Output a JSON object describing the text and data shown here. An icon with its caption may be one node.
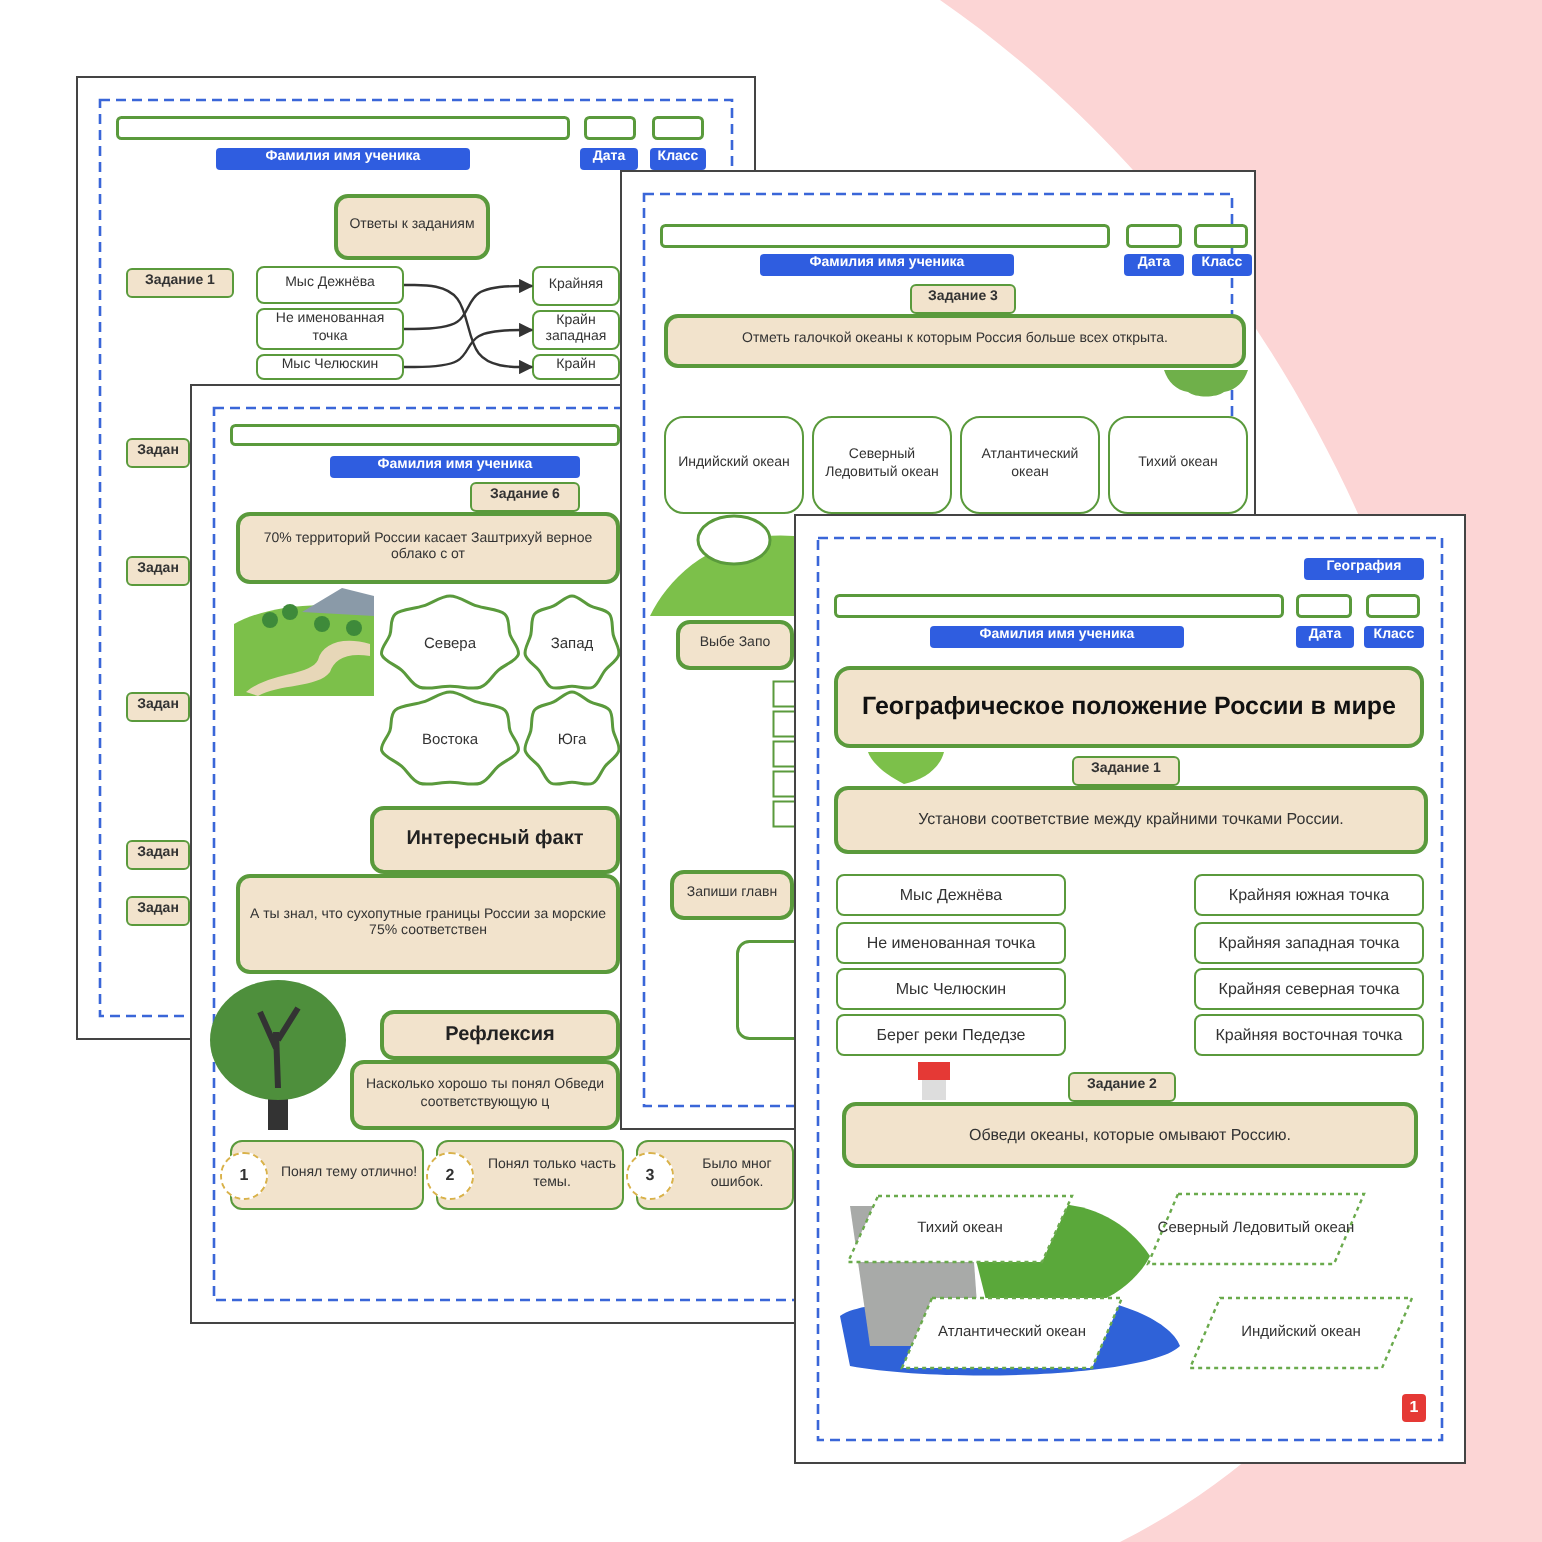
{
  "diagram": {
    "nodes": [
      {
        "text": [
          "Фамилия имя ученика"
        ]
      },
      {
        "text": [
          "Дата"
        ]
      },
      {
        "text": [
          "Класс"
        ]
      },
      {
        "text": [
          "Ответы к заданиям"
        ]
      },
      {
        "text": [
          "Задание 1"
        ]
      },
      {
        "text": [
          "Мыс Дежнёва"
        ]
      },
      {
        "text": [
          "Не именованная точка"
        ]
      },
      {
        "text": [
          "Мыс Челюскин"
        ]
      },
      {
        "text": [
          "Крайняя"
        ]
      },
      {
        "text": [
          "Крайн западная"
        ]
      },
      {
        "text": [
          "Крайн"
        ]
      },
      {
        "text": [
          "Задан"
        ]
      },
      {
        "text": [
          "Задан"
        ]
      },
      {
        "text": [
          "Задан"
        ]
      },
      {
        "text": [
          "Задан"
        ]
      },
      {
        "text": [
          "Задан"
        ]
      },
      {
        "text": [
          "Фамилия имя ученика"
        ]
      },
      {
        "text": [
          "Задание 6"
        ]
      },
      {
        "text": [
          "70% территорий России касает Заштрихуй верное облако с от"
        ]
      },
      {
        "text": [
          "Севера"
        ]
      },
      {
        "text": [
          "Запад"
        ]
      },
      {
        "text": [
          "Востока"
        ]
      },
      {
        "text": [
          "Юга"
        ]
      },
      {
        "text": [
          "Интересный факт"
        ]
      },
      {
        "text": [
          "А ты знал, что сухопутные границы России за морские 75% соответствен"
        ]
      },
      {
        "text": [
          "Рефлексия"
        ]
      },
      {
        "text": [
          "Насколько хорошо ты понял Обведи соответствующую ц"
        ]
      },
      {
        "text": [
          "1",
          "Понял тему отлично!"
        ]
      },
      {
        "text": [
          "2",
          "Понял только часть темы."
        ]
      },
      {
        "text": [
          "3",
          "Было мног ошибок."
        ]
      },
      {
        "text": [
          "Фамилия имя ученика"
        ]
      },
      {
        "text": [
          "Дата"
        ]
      },
      {
        "text": [
          "Класс"
        ]
      },
      {
        "text": [
          "Задание 3"
        ]
      },
      {
        "text": [
          "Отметь галочкой океаны к которым Россия больше всех открыта."
        ]
      },
      {
        "text": [
          "Индийский океан"
        ]
      },
      {
        "text": [
          "Северный Ледовитый океан"
        ]
      },
      {
        "text": [
          "Атлантический океан"
        ]
      },
      {
        "text": [
          "Тихий океан"
        ]
      },
      {
        "text": [
          "Выбе Запо"
        ]
      },
      {
        "text": [
          "Запиши главн"
        ]
      },
      {
        "text": [
          "География"
        ]
      },
      {
        "text": [
          "Фамилия имя ученика"
        ]
      },
      {
        "text": [
          "Дата"
        ]
      },
      {
        "text": [
          "Класс"
        ]
      },
      {
        "text": [
          "Географическое положение России в мире"
        ]
      },
      {
        "text": [
          "Задание 1"
        ]
      },
      {
        "text": [
          "Установи соответствие между крайними точками России."
        ]
      },
      {
        "text": [
          "Мыс Дежнёва"
        ]
      },
      {
        "text": [
          "Не именованная точка"
        ]
      },
      {
        "text": [
          "Мыс Челюскин"
        ]
      },
      {
        "text": [
          "Берег реки Педедзе"
        ]
      },
      {
        "text": [
          "Крайняя южная точка"
        ]
      },
      {
        "text": [
          "Крайняя западная точка"
        ]
      },
      {
        "text": [
          "Крайняя северная точка"
        ]
      },
      {
        "text": [
          "Крайняя восточная точка"
        ]
      },
      {
        "text": [
          "Задание 2"
        ]
      },
      {
        "text": [
          "Обведи океаны, которые омывают Россию."
        ]
      },
      {
        "text": [
          "Тихий океан"
        ]
      },
      {
        "text": [
          "Северный Ледовитый океан"
        ]
      },
      {
        "text": [
          "Атлантический океан"
        ]
      },
      {
        "text": [
          "Индийский океан"
        ]
      },
      {
        "text": [
          "1"
        ]
      }
    ],
    "edges": [
      {
        "from": 5,
        "to": 10,
        "arrow": "to"
      },
      {
        "from": 6,
        "to": 8,
        "arrow": "to"
      },
      {
        "from": 7,
        "to": 9,
        "arrow": "to"
      }
    ]
  }
}
